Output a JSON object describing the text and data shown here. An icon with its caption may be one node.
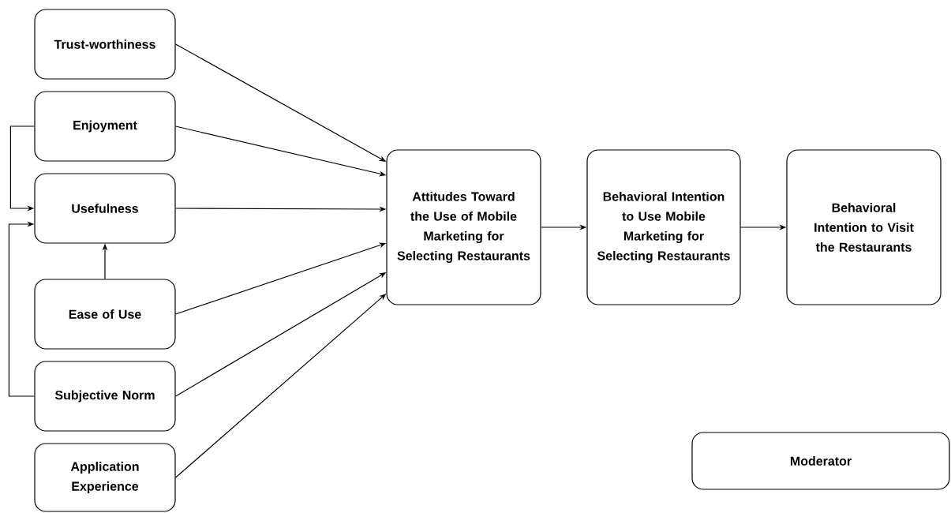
{
  "diagram": {
    "nodes": [
      {
        "text": [
          "Trust-worthiness"
        ]
      },
      {
        "text": [
          "Enjoyment"
        ]
      },
      {
        "text": [
          "Usefulness"
        ]
      },
      {
        "text": [
          "Ease of Use"
        ]
      },
      {
        "text": [
          "Subjective Norm"
        ]
      },
      {
        "text": [
          "Application Experience"
        ]
      },
      {
        "text": [
          "Attitudes Toward the Use of Mobile Marketing for Selecting Restaurants"
        ]
      },
      {
        "text": [
          "Behavioral Intention to Use Mobile Marketing for Selecting Restaurants"
        ]
      },
      {
        "text": [
          "Behavioral Intention to Visit the Restaurants"
        ]
      },
      {
        "text": [
          "Moderator"
        ]
      }
    ],
    "edges": [
      {
        "from": 0,
        "to": 6,
        "arrow": "to"
      },
      {
        "from": 1,
        "to": 6,
        "arrow": "to"
      },
      {
        "from": 2,
        "to": 6,
        "arrow": "to"
      },
      {
        "from": 3,
        "to": 6,
        "arrow": "to"
      },
      {
        "from": 4,
        "to": 6,
        "arrow": "to"
      },
      {
        "from": 5,
        "to": 6,
        "arrow": "to"
      },
      {
        "from": 1,
        "to": 2,
        "arrow": "to"
      },
      {
        "from": 4,
        "to": 2,
        "arrow": "to"
      },
      {
        "from": 3,
        "to": 2,
        "arrow": "to"
      },
      {
        "from": 6,
        "to": 7,
        "arrow": "to"
      },
      {
        "from": 7,
        "to": 8,
        "arrow": "to"
      }
    ]
  }
}
